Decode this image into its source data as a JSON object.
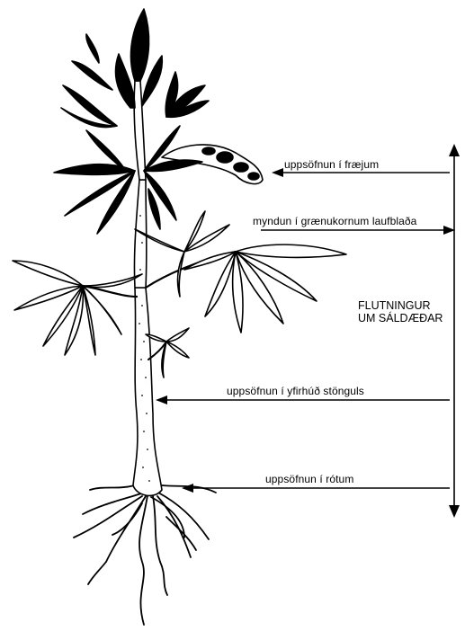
{
  "labels": {
    "seeds": "uppsöfnun í fræjum",
    "leaves": "myndun í grænukornum laufblaða",
    "stem": "uppsöfnun í yfirhúð stönguls",
    "roots": "uppsöfnun í rótum"
  },
  "side_label": {
    "line1": "FLUTNINGUR",
    "line2": "UM SÁLDÆÐAR"
  }
}
